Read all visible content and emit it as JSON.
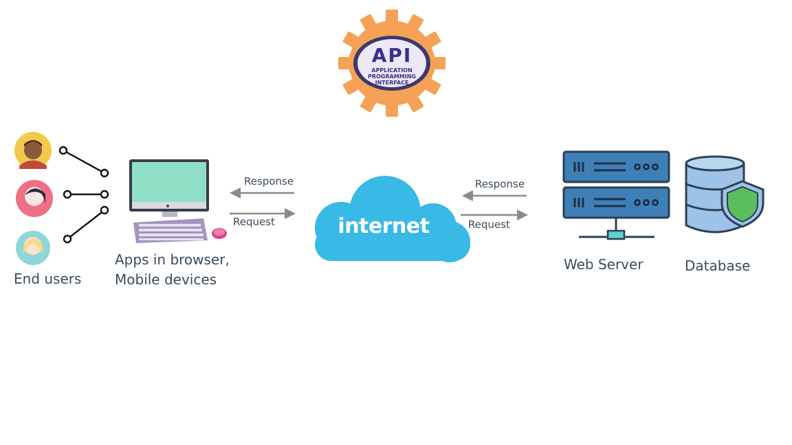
{
  "logo": {
    "main": "API",
    "line1": "APPLICATION",
    "line2": "PROGRAMMING",
    "line3": "INTERFACE",
    "gear_color": "#f5a256",
    "badge_color": "#e8e4f6"
  },
  "end_users": {
    "label": "End users",
    "avatars": [
      "user-avatar-man",
      "user-avatar-woman",
      "user-avatar-blonde"
    ]
  },
  "client": {
    "label_line1": "Apps in browser,",
    "label_line2": "Mobile devices"
  },
  "left_link": {
    "response_label": "Response",
    "request_label": "Request"
  },
  "cloud": {
    "label": "internet",
    "color": "#38b9e6"
  },
  "right_link": {
    "response_label": "Response",
    "request_label": "Request"
  },
  "server": {
    "label": "Web Server",
    "color": "#3f7fb8"
  },
  "database": {
    "label": "Database",
    "color": "#9ec3e6",
    "shield_color": "#5cbd5c"
  }
}
